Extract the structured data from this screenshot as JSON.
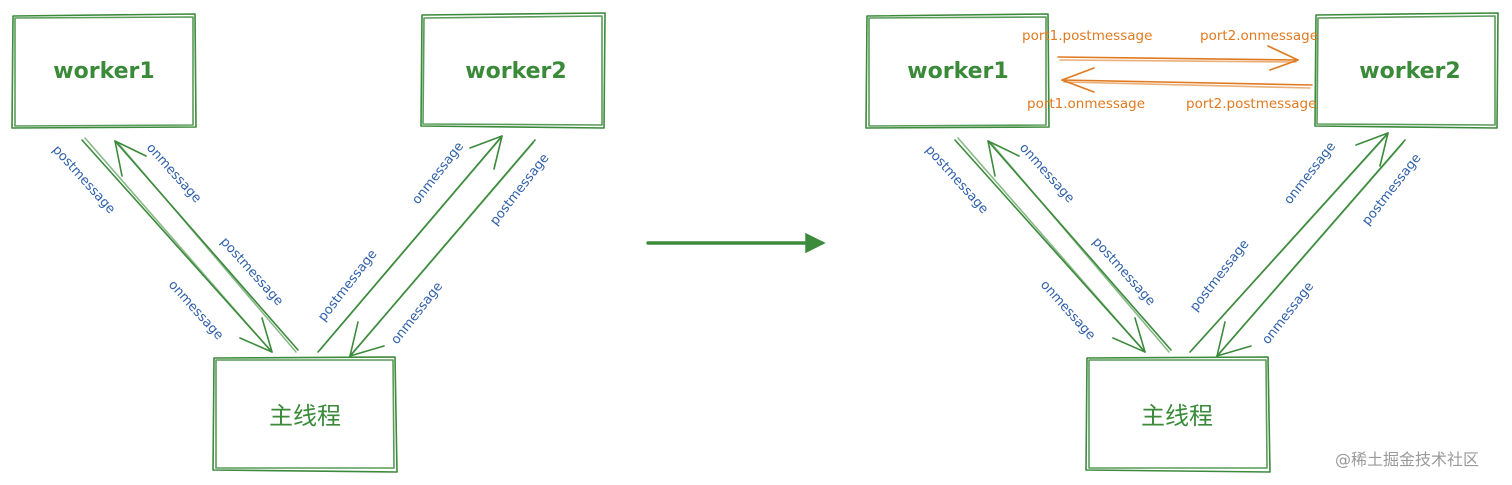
{
  "nodes": {
    "worker1": "worker1",
    "worker2": "worker2",
    "main_thread": "主线程"
  },
  "edges": {
    "postmessage": "postmessage",
    "onmessage": "onmessage"
  },
  "ports": {
    "p1_post": "port1.postmessage",
    "p2_on": "port2.onmessage",
    "p1_on": "port1.onmessage",
    "p2_post": "port2.postmessage"
  },
  "colors": {
    "node": "#3c8a3c",
    "edge_label": "#2f5fa8",
    "port": "#e07a20"
  },
  "watermark": "@稀土掘金技术社区"
}
